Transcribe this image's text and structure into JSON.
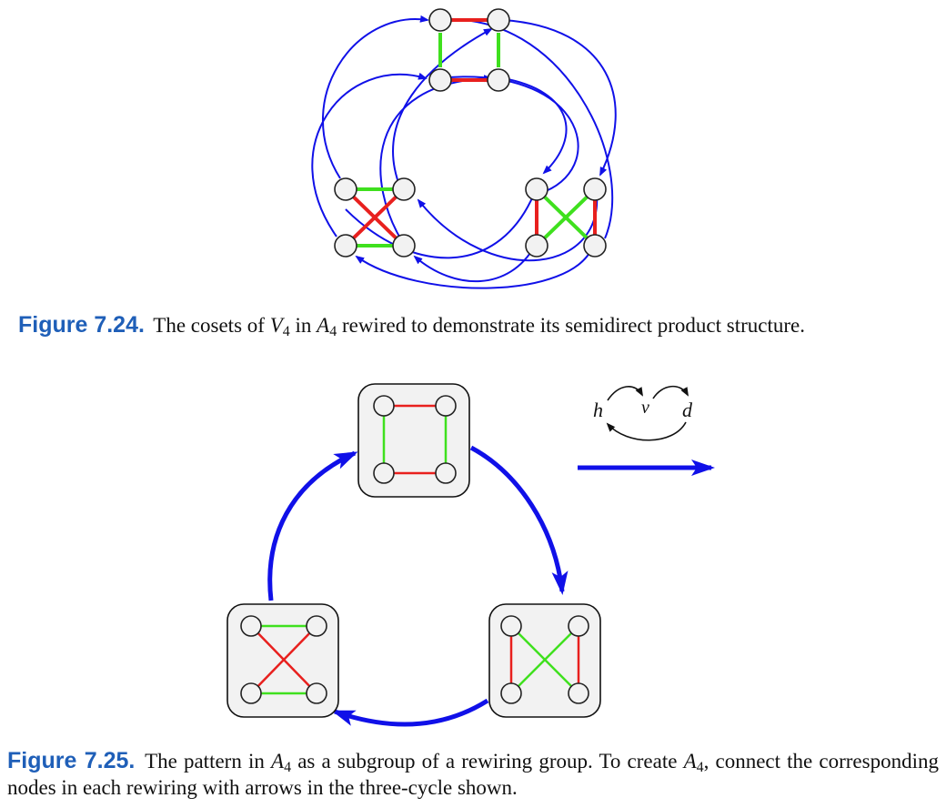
{
  "figure1": {
    "label": "Figure 7.24.",
    "caption_pre": "The cosets of ",
    "group_a": "V",
    "group_a_sub": "4",
    "caption_mid": " in ",
    "group_b": "A",
    "group_b_sub": "4",
    "caption_post": " rewired to demonstrate its semidirect product structure."
  },
  "figure2": {
    "label": "Figure 7.25.",
    "caption_pre": "The pattern in ",
    "group_a": "A",
    "group_a_sub": "4",
    "caption_mid": " as a subgroup of a rewiring group. To create ",
    "group_b": "A",
    "group_b_sub": "4",
    "caption_post": ", connect the corresponding nodes in each rewiring with arrows in the three-cycle shown.",
    "legend_labels": {
      "h": "h",
      "v": "v",
      "d": "d"
    }
  },
  "colors": {
    "red_edge": "#e8201e",
    "green_edge": "#3fe01e",
    "blue_arrow": "#1010e8",
    "label_blue": "#1f5fb8",
    "box_fill": "#f2f2f2",
    "node_fill": "#f2f2f2"
  }
}
